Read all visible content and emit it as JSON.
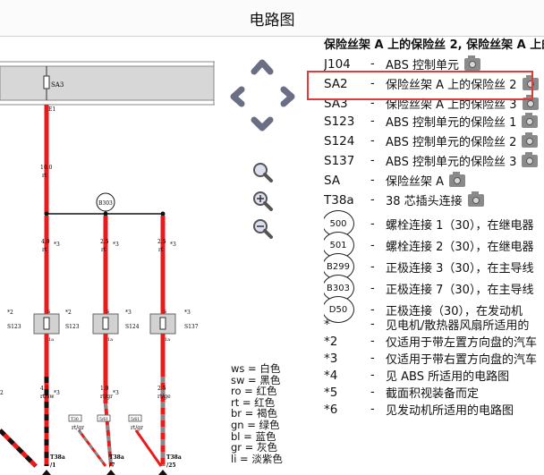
{
  "window": {
    "title": "电路图"
  },
  "diagram": {
    "labels": {
      "sa3": "SA3",
      "e1": "E1",
      "w1_size": "10.0",
      "w1_color": "rt",
      "b303": "B303",
      "w2_size": "4.0",
      "w2_color": "rt",
      "w3_size": "2.5",
      "w3_color": "rt",
      "w4_size": "2.5",
      "w4_color": "rt",
      "star3a": "*3",
      "star3b": "*3",
      "star3c": "*3",
      "s123": "S123",
      "s124": "S124",
      "s137": "S137",
      "star2a": "*2",
      "star2b": "*2",
      "star3d": "*3",
      "star3e": "*3",
      "s_a": "S",
      "s_b": "S",
      "s_c": "S",
      "t1a": "1a",
      "t1b": "1a",
      "t1c": "1a",
      "w5_size": "4.0",
      "w5_color": "rt/sw",
      "w6_size": "1.0",
      "w6_color": "rt/gr",
      "w7_size": "2.5",
      "w7_color": "rt/ge",
      "w8_size": "1.0",
      "w8_color": "rt/gr",
      "w9_size": "2.5",
      "w9_color": "rt/gr",
      "star3f": "*3",
      "star3g": "*3",
      "box1": "T30",
      "box2": "5/61",
      "box3": "5/61",
      "t38a_1": "T38a",
      "t38a_2": "T38a",
      "t38a_3": "T38a",
      "pin1": "/1",
      "pin2": "/7",
      "pin3": "/25",
      "leftnum": "2"
    }
  },
  "legend_colors": [
    "ws = 白色",
    "sw = 黑色",
    "ro = 红色",
    "rt = 红色",
    "br = 褐色",
    "gn = 绿色",
    "bl = 蓝色",
    "gr = 灰色",
    "li = 淡紫色"
  ],
  "list": {
    "header": "保险丝架 A 上的保险丝 2, 保险丝架 A 上的",
    "rows": [
      {
        "code": "J104",
        "dash": "-",
        "desc": "ABS 控制单元",
        "icon": "camera-icon"
      },
      {
        "code": "SA2",
        "dash": "-",
        "desc": "保险丝架 A 上的保险丝 2",
        "icon": "camera-icon"
      },
      {
        "code": "SA3",
        "dash": "-",
        "desc": "保险丝架 A 上的保险丝 3",
        "icon": "camera-icon"
      },
      {
        "code": "S123",
        "dash": "-",
        "desc": "ABS 控制单元的保险丝 1",
        "icon": "camera-icon"
      },
      {
        "code": "S124",
        "dash": "-",
        "desc": "ABS 控制单元的保险丝 2",
        "icon": "camera-icon"
      },
      {
        "code": "S137",
        "dash": "-",
        "desc": "ABS 控制单元的保险丝 3",
        "icon": "camera-icon"
      },
      {
        "code": "SA",
        "dash": "-",
        "desc": "保险丝架 A",
        "icon": "camera-icon"
      },
      {
        "code": "T38a",
        "dash": "-",
        "desc": "38 芯插头连接",
        "icon": "camera-icon"
      },
      {
        "code": "500",
        "dash": "-",
        "desc": "螺栓连接 1（30），在继电器",
        "circle": true
      },
      {
        "code": "501",
        "dash": "-",
        "desc": "螺栓连接 2（30），在继电器",
        "circle": true
      },
      {
        "code": "B299",
        "dash": "-",
        "desc": "正极连接 3（30），在主导线",
        "circle": true
      },
      {
        "code": "B303",
        "dash": "-",
        "desc": "正极连接 7（30），在主导线",
        "circle": true
      },
      {
        "code": "D50",
        "dash": "-",
        "desc": "正极连接（30），在发动机",
        "circle": true
      },
      {
        "code": "*",
        "dash": "-",
        "desc": "见电机/散热器风扇所适用的"
      },
      {
        "code": "*2",
        "dash": "-",
        "desc": "仅适用于带左置方向盘的汽车"
      },
      {
        "code": "*3",
        "dash": "-",
        "desc": "仅适用于带右置方向盘的汽车"
      },
      {
        "code": "*4",
        "dash": "-",
        "desc": "见 ABS 所适用的电路图"
      },
      {
        "code": "*5",
        "dash": "-",
        "desc": "截面积视装备而定"
      },
      {
        "code": "*6",
        "dash": "-",
        "desc": "见发动机所适用的电路图"
      }
    ]
  },
  "nav": {
    "up": "pan-up-icon",
    "down": "pan-down-icon",
    "left": "pan-left-icon",
    "right": "pan-right-icon",
    "zoom_fit": "zoom-fit-icon",
    "zoom_in": "zoom-in-icon",
    "zoom_out": "zoom-out-icon"
  },
  "colors": {
    "wire_red": "#e81c1c",
    "highlight": "#e03a3a",
    "bar": "#d7d7d7"
  }
}
